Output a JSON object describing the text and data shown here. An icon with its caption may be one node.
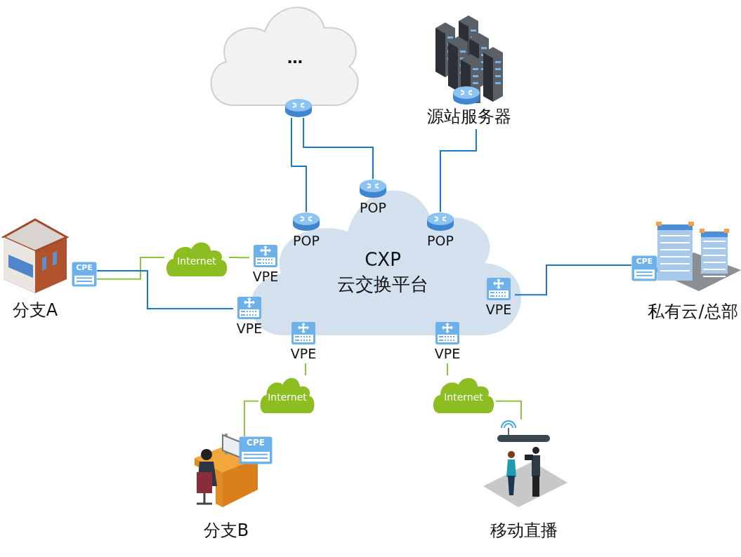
{
  "diagram": {
    "nodes": [
      {
        "text": [
          "CXP",
          "云交换平台"
        ]
      },
      {
        "text": [],
        "shape": "cloud"
      },
      {
        "text": [
          "源站服务器"
        ]
      },
      {
        "text": [
          "POP"
        ],
        "in": 0
      },
      {
        "text": [
          "POP"
        ],
        "in": 0
      },
      {
        "text": [
          "POP"
        ],
        "in": 0
      },
      {
        "text": [
          "VPE"
        ],
        "in": 0
      },
      {
        "text": [
          "VPE"
        ]
      },
      {
        "text": [
          "VPE"
        ]
      },
      {
        "text": [
          "VPE"
        ]
      },
      {
        "text": [
          "VPE"
        ],
        "in": 0
      },
      {
        "text": [
          "分支A"
        ]
      },
      {
        "text": [
          "CPE"
        ]
      },
      {
        "text": [
          "Internet"
        ]
      },
      {
        "text": [
          "私有云/总部"
        ]
      },
      {
        "text": [
          "CPE"
        ]
      },
      {
        "text": [
          "分支B"
        ]
      },
      {
        "text": [
          "CPE"
        ]
      },
      {
        "text": [
          "Internet"
        ]
      },
      {
        "text": [
          "Internet"
        ]
      },
      {
        "text": [
          "移动直播"
        ]
      }
    ],
    "edges": [
      {
        "from": 1,
        "to": 3,
        "arrow": "none",
        "color": "#1a78c2"
      },
      {
        "from": 1,
        "to": 4,
        "arrow": "none",
        "color": "#1a78c2"
      },
      {
        "from": 2,
        "to": 5,
        "arrow": "none",
        "color": "#1a78c2"
      },
      {
        "from": 12,
        "to": 13,
        "arrow": "none"
      },
      {
        "from": 13,
        "to": 6,
        "arrow": "none"
      },
      {
        "from": 12,
        "to": 7,
        "arrow": "none",
        "color": "#1a78c2"
      },
      {
        "from": 15,
        "to": 10,
        "arrow": "none",
        "color": "#1a78c2"
      },
      {
        "from": 8,
        "to": 18,
        "arrow": "none"
      },
      {
        "from": 18,
        "to": 17,
        "arrow": "none"
      },
      {
        "from": 9,
        "to": 19,
        "arrow": "none"
      },
      {
        "from": 19,
        "to": 20,
        "arrow": "none"
      }
    ],
    "labels": [
      "…"
    ]
  }
}
